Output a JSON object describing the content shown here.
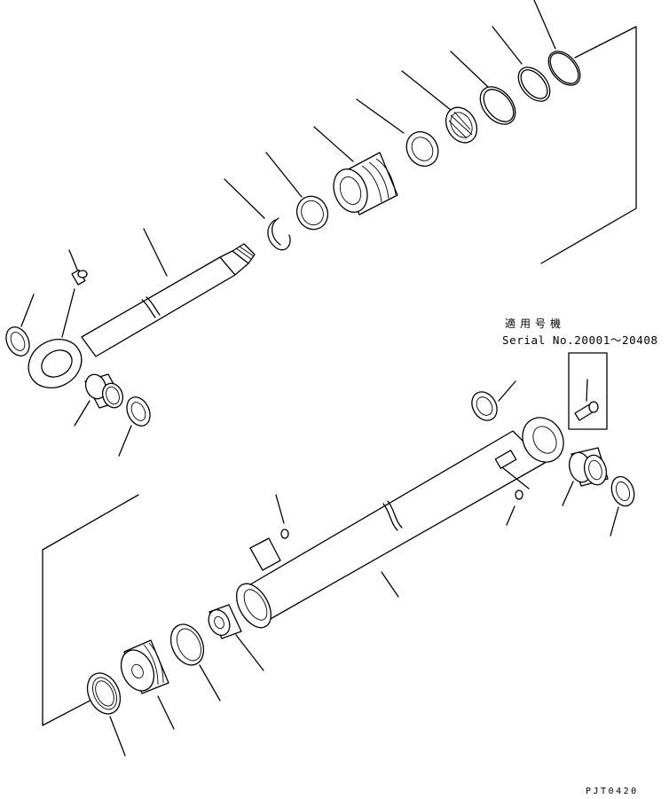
{
  "applicability": {
    "heading": "適用号機",
    "serial": "Serial No.20001～20408"
  },
  "drawing_code": "PJT0420"
}
